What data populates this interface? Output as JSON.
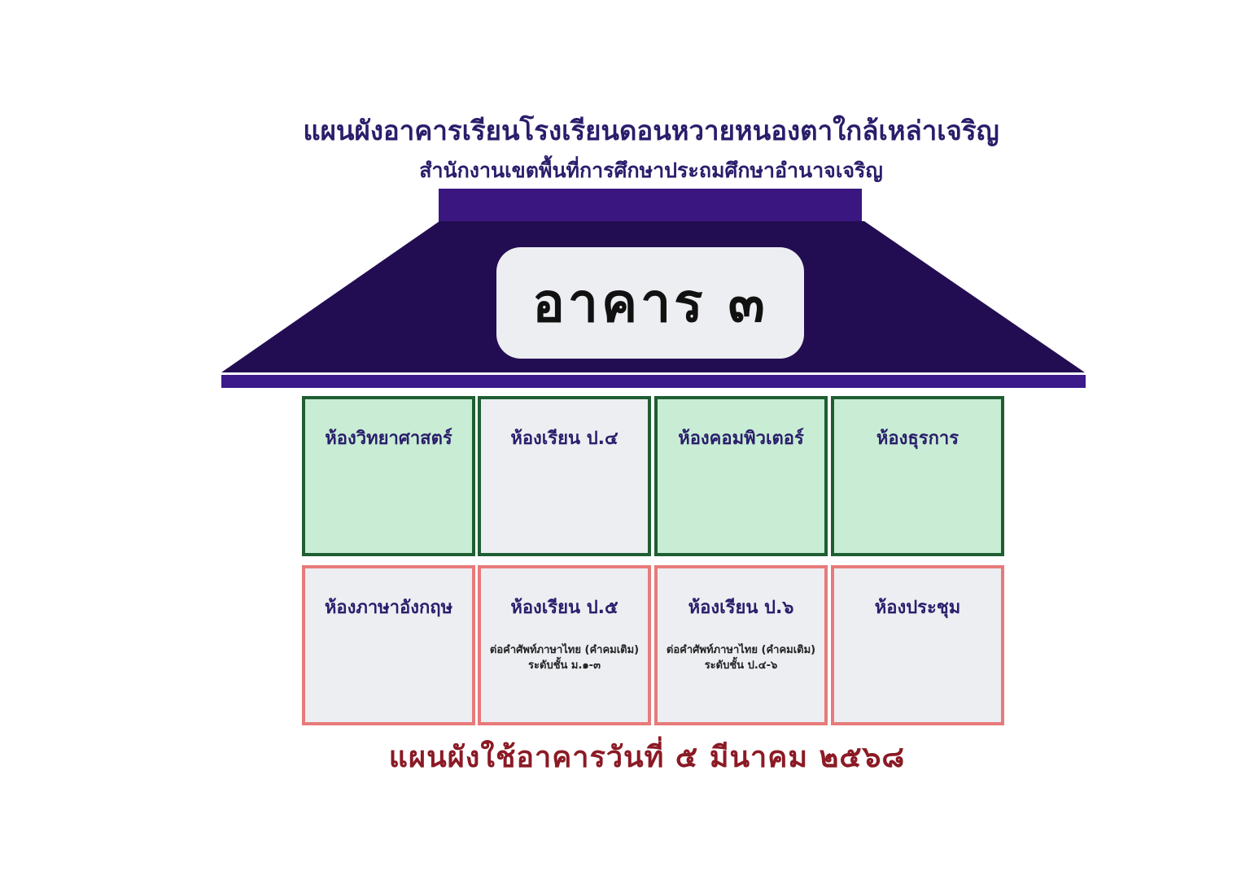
{
  "header": {
    "title": "แผนผังอาคารเรียนโรงเรียนดอนหวายหนองตาใกล้เหล่าเจริญ",
    "subtitle": "สำนักงานเขตพื้นที่การศึกษาประถมศึกษาอำนาจเจริญ"
  },
  "building": {
    "name": "อาคาร ๓"
  },
  "rooms": {
    "top": [
      {
        "name": "ห้องวิทยาศาสตร์",
        "note1": "",
        "note2": ""
      },
      {
        "name": "ห้องเรียน ป.๔",
        "note1": "",
        "note2": ""
      },
      {
        "name": "ห้องคอมพิวเตอร์",
        "note1": "",
        "note2": ""
      },
      {
        "name": "ห้องธุรการ",
        "note1": "",
        "note2": ""
      }
    ],
    "bottom": [
      {
        "name": "ห้องภาษาอังกฤษ",
        "note1": "",
        "note2": ""
      },
      {
        "name": "ห้องเรียน ป.๕",
        "note1": "ต่อคำศัพท์ภาษาไทย (คำคมเติม)",
        "note2": "ระดับชั้น ม.๑-๓"
      },
      {
        "name": "ห้องเรียน ป.๖",
        "note1": "ต่อคำศัพท์ภาษาไทย (คำคมเติม)",
        "note2": "ระดับชั้น ป.๔-๖"
      },
      {
        "name": "ห้องประชุม",
        "note1": "",
        "note2": ""
      }
    ]
  },
  "footer": {
    "text": "แผนผังใช้อาคารวันที่ ๕  มีนาคม  ๒๕๖๘"
  },
  "colors": {
    "roof_dark": "#230d52",
    "roof_top": "#3a1680",
    "roof_band": "#3d1a8a",
    "title_text": "#2a1d6b",
    "footer_text": "#8b1a25",
    "green_room_fill": "#c8edd4",
    "green_border": "#1f5e33",
    "pink_border": "#e77a7a",
    "gray_room_fill": "#eceef2"
  }
}
